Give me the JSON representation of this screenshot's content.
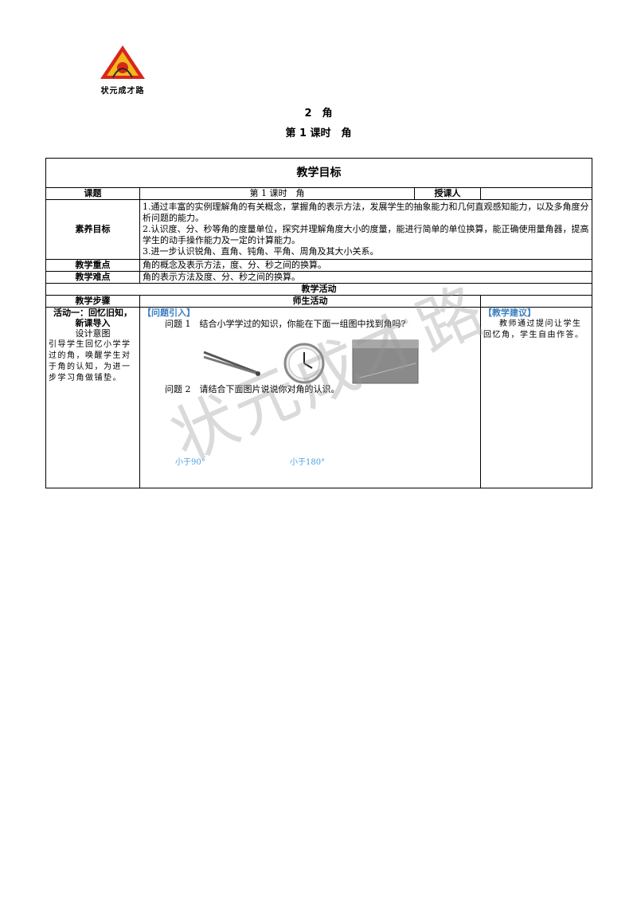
{
  "logo": {
    "text": "状元成才路"
  },
  "header": {
    "title1": "2　角",
    "title2": "第 1 课时　角"
  },
  "table": {
    "section_title": "教学目标",
    "row_topic": {
      "label": "课题",
      "value": "第 1 课时　角",
      "teacher_label": "授课人",
      "teacher_value": ""
    },
    "literacy": {
      "label": "素养目标",
      "items": [
        "1.通过丰富的实例理解角的有关概念，掌握角的表示方法，发展学生的抽象能力和几何直观感知能力，以及多角度分析问题的能力。",
        "2.认识度、分、秒等角的度量单位，探究并理解角度大小的度量，能进行简单的单位换算，能正确使用量角器，提高学生的动手操作能力及一定的计算能力。",
        "3.进一步认识锐角、直角、钝角、平角、周角及其大小关系。"
      ]
    },
    "key_point": {
      "label": "教学重点",
      "value": "角的概念及表示方法，度、分、秒之间的换算。"
    },
    "difficulty": {
      "label": "教学难点",
      "value": "角的表示方法及度、分、秒之间的换算。"
    },
    "activity_title": "教学活动",
    "steps_label": "教学步骤",
    "teacher_student_label": "师生活动",
    "activity1": {
      "title": "活动一：回忆旧知，新课导入",
      "design_label": "设计意图",
      "design_text": "引导学生回忆小学学过的角，唤醒学生对于角的认知，为进一步学习角做铺垫。",
      "intro_tag": "【问题引入】",
      "q1": "问题 1　结合小学学过的知识，你能在下面一组图中找到角吗?",
      "q2": "问题 2　请结合下面图片说说你对角的认识。",
      "angle_labels": [
        "小于90°",
        "小于180°"
      ],
      "suggest_tag": "【教学建议】",
      "suggest_text": "教师通过提问让学生回忆角，学生自由作答。"
    }
  },
  "watermark": "状元成才路"
}
